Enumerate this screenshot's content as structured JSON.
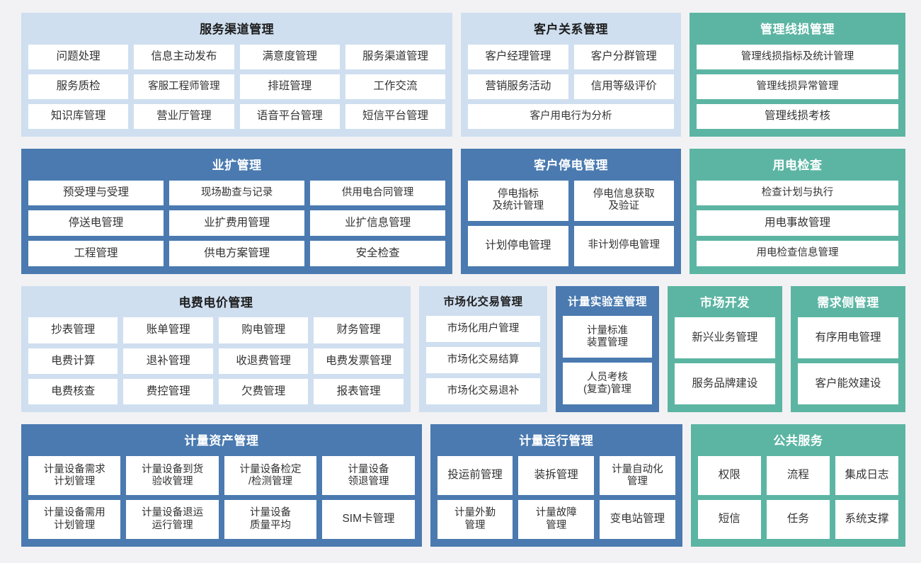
{
  "colors": {
    "page_background": "#f2f2f4",
    "panel_light": "#cfdff0",
    "panel_dark": "#4a7ab0",
    "panel_teal": "#5cb5a3",
    "cell_background": "#ffffff",
    "cell_text": "#333333",
    "title_dark_text": "#1d1d1d",
    "title_light_text": "#ffffff"
  },
  "rows": [
    {
      "panels": [
        {
          "title": "服务渠道管理",
          "style": "light",
          "columns": 4,
          "cells": [
            "问题处理",
            "信息主动发布",
            "满意度管理",
            "服务渠道管理",
            "服务质检",
            "客服工程师管理",
            "排班管理",
            "工作交流",
            "知识库管理",
            "营业厅管理",
            "语音平台管理",
            "短信平台管理"
          ]
        },
        {
          "title": "客户关系管理",
          "style": "light",
          "columns": 2,
          "cells": [
            "客户经理管理",
            "客户分群管理",
            "营销服务活动",
            "信用等级评价",
            "客户用电行为分析"
          ]
        },
        {
          "title": "管理线损管理",
          "style": "teal",
          "columns": 1,
          "cells": [
            "管理线损指标及统计管理",
            "管理线损异常管理",
            "管理线损考核"
          ]
        }
      ]
    },
    {
      "panels": [
        {
          "title": "业扩管理",
          "style": "dark",
          "columns": 3,
          "cells": [
            "预受理与受理",
            "现场勘查与记录",
            "供用电合同管理",
            "停送电管理",
            "业扩费用管理",
            "业扩信息管理",
            "工程管理",
            "供电方案管理",
            "安全检查"
          ]
        },
        {
          "title": "客户停电管理",
          "style": "dark",
          "columns": 2,
          "cells": [
            "停电指标\n及统计管理",
            "停电信息获取\n及验证",
            "计划停电管理",
            "非计划停电管理"
          ]
        },
        {
          "title": "用电检查",
          "style": "teal",
          "columns": 1,
          "cells": [
            "检查计划与执行",
            "用电事故管理",
            "用电检查信息管理"
          ]
        }
      ]
    },
    {
      "panels": [
        {
          "title": "电费电价管理",
          "style": "light",
          "columns": 4,
          "cells": [
            "抄表管理",
            "账单管理",
            "购电管理",
            "财务管理",
            "电费计算",
            "退补管理",
            "收退费管理",
            "电费发票管理",
            "电费核查",
            "费控管理",
            "欠费管理",
            "报表管理"
          ]
        },
        {
          "title": "市场化交易管理",
          "style": "light",
          "columns": 1,
          "cells": [
            "市场化用户管理",
            "市场化交易结算",
            "市场化交易退补"
          ]
        },
        {
          "title": "计量实验室管理",
          "style": "dark",
          "columns": 1,
          "cells": [
            "计量标准\n装置管理",
            "人员考核\n(复查)管理"
          ]
        },
        {
          "title": "市场开发",
          "style": "teal",
          "columns": 1,
          "cells": [
            "新兴业务管理",
            "服务品牌建设"
          ]
        },
        {
          "title": "需求侧管理",
          "style": "teal",
          "columns": 1,
          "cells": [
            "有序用电管理",
            "客户能效建设"
          ]
        }
      ]
    },
    {
      "panels": [
        {
          "title": "计量资产管理",
          "style": "dark",
          "columns": 4,
          "cells": [
            "计量设备需求\n计划管理",
            "计量设备到货\n验收管理",
            "计量设备检定\n/检测管理",
            "计量设备\n领退管理",
            "计量设备需用\n计划管理",
            "计量设备退运\n运行管理",
            "计量设备\n质量平均",
            "SIM卡管理"
          ]
        },
        {
          "title": "计量运行管理",
          "style": "dark",
          "columns": 3,
          "cells": [
            "投运前管理",
            "装拆管理",
            "计量自动化\n管理",
            "计量外勤\n管理",
            "计量故障\n管理",
            "变电站管理"
          ]
        },
        {
          "title": "公共服务",
          "style": "teal",
          "columns": 3,
          "cells": [
            "权限",
            "流程",
            "集成日志",
            "短信",
            "任务",
            "系统支撑"
          ]
        }
      ]
    }
  ]
}
